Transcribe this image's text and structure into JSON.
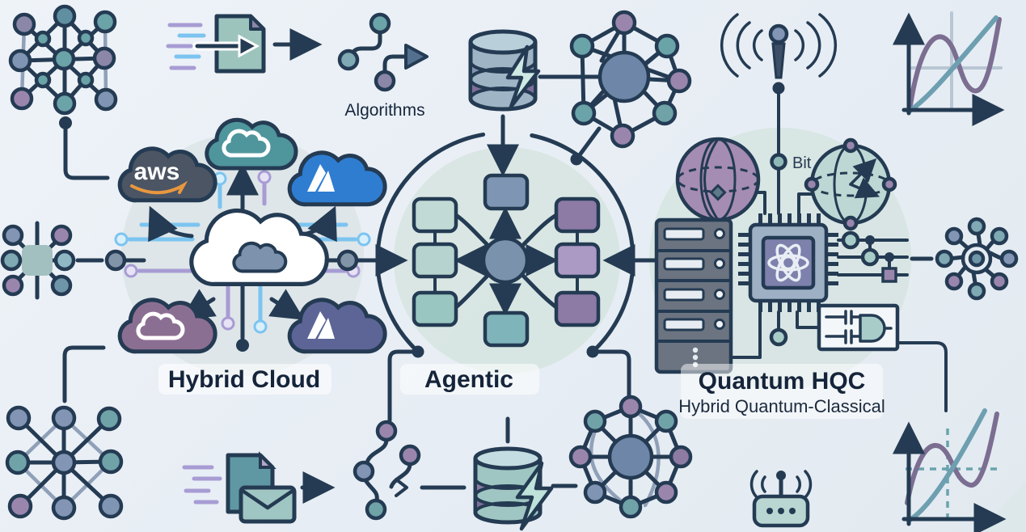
{
  "labels": {
    "algorithms": "Algorithms",
    "hybrid_cloud": "Hybrid Cloud",
    "agentic": "Agentic",
    "quantum_title": "Quantum HQC",
    "quantum_subtitle": "Hybrid Quantum-Classical",
    "bit": "Bit",
    "aws": "aws"
  },
  "colors": {
    "ink": "#243b53",
    "background": "#e9eff5",
    "halo": "#d8e4e1",
    "teal": "#5f98a3",
    "pale_teal": "#bdd6d2",
    "blue_gray": "#7b92ad",
    "purple": "#8d7ba3",
    "pale_purple": "#a795bd",
    "azure_blue": "#2e7dd1",
    "indigo_cloud": "#5c6596",
    "purple_cloud": "#8b6f92",
    "teal_cloud": "#4f959c",
    "aws_cloud": "#4b5563",
    "aws_orange": "#e8973f",
    "circuit_blue": "#7cc4f0",
    "circuit_purple": "#a89cd4"
  },
  "icons": {
    "top_left": "neural-network-icon",
    "top": [
      "fast-document-icon",
      "flow-arrow-icon",
      "git-branch-icon",
      "database-lightning-icon",
      "mesh-network-icon",
      "radio-antenna-icon",
      "function-graph-icon"
    ],
    "middle": [
      "hub-spoke-icon",
      "aws-cloud-icon",
      "azure-cloud-icon",
      "private-cloud-icon",
      "hybrid-cloud-core-icon",
      "agent-hub-icon",
      "bloch-sphere-icon",
      "qubit-sphere-icon",
      "server-rack-icon",
      "quantum-chip-icon",
      "quantum-circuit-icon",
      "logic-gate-icon",
      "swirl-network-icon"
    ],
    "bottom": [
      "grid-network-icon",
      "fast-mail-icon",
      "git-branch-icon",
      "database-lightning-icon",
      "octagon-network-icon",
      "wifi-router-icon",
      "function-graph-icon"
    ]
  }
}
